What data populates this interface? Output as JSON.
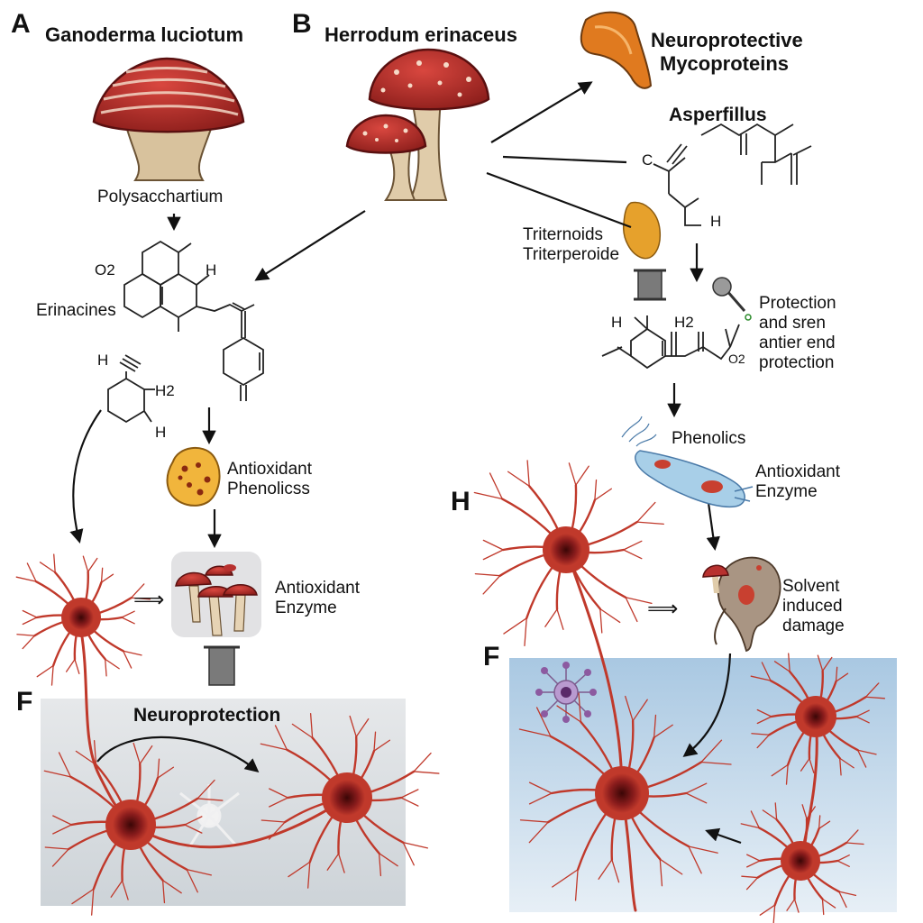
{
  "panels": {
    "A": {
      "letter": "A",
      "title": "Ganoderma luciotum"
    },
    "B": {
      "letter": "B",
      "title": "Herrodum erinaceus"
    },
    "H": {
      "letter": "H"
    },
    "F_left": {
      "letter": "F"
    },
    "F_right": {
      "letter": "F"
    }
  },
  "left": {
    "polysaccharide": "Polysacchartium",
    "o2": "O2",
    "h_top": "H",
    "erinacines": "Erinacines",
    "h_side": "H",
    "h2": "H2",
    "h_low": "H",
    "antioxidant_phenolics_1": "Antioxidant",
    "antioxidant_phenolics_2": "Phenolicss",
    "antioxidant_enzyme_1": "Antioxidant",
    "antioxidant_enzyme_2": "Enzyme",
    "neuroprotection": "Neuroprotection",
    "implies": "⟹"
  },
  "right": {
    "mycoproteins_1": "Neuroprotective",
    "mycoproteins_2": "Mycoproteins",
    "aspergillus": "Asperfillus",
    "c_label": "C",
    "h_label": "H",
    "triterpenoids_1": "Triternoids",
    "triterpenoids_2": "Triterperoide",
    "protection_1": "Protection",
    "protection_2": "and sren",
    "protection_3": "antier end",
    "protection_4": "protection",
    "h_mol": "H",
    "h2_mol": "H2",
    "o2_mol": "O2",
    "phenolics": "Phenolics",
    "antioxidant_enzyme_1": "Antioxidant",
    "antioxidant_enzyme_2": "Enzyme",
    "solvent_1": "Solvent",
    "solvent_2": "induced",
    "solvent_3": "damage",
    "implies": "⟹"
  },
  "colors": {
    "mushroom_red": "#b8312f",
    "mushroom_stem": "#d9c3a0",
    "neuron_red": "#c0392b",
    "neuron_core": "#6e1212",
    "panel_left_bg": "#dde2e6",
    "panel_right_bg": "#b9d3e8",
    "phenolic_yellow": "#f1b53c",
    "protein_orange": "#e07a1f",
    "cell_blue": "#a8cfe8"
  }
}
